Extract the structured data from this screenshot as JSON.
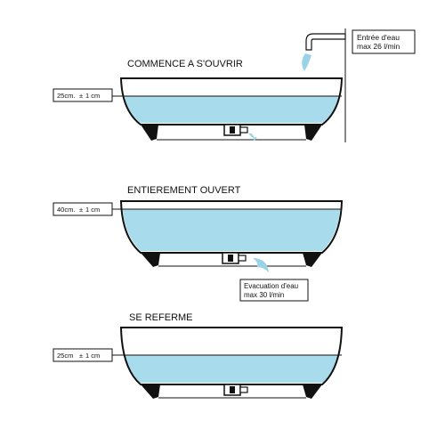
{
  "colors": {
    "water": "#a8dcec",
    "outline": "#111111",
    "splash": "#9ad3e8"
  },
  "inlet": {
    "label_line1": "Entrée d'eau",
    "label_line2": "max 26 l/min"
  },
  "outlet": {
    "label_line1": "Evacuation d'eau",
    "label_line2": "max 30 l/min"
  },
  "stages": [
    {
      "title": "COMMENCE A S'OUVRIR",
      "level_label": "25cm.",
      "tolerance": "1 cm"
    },
    {
      "title": "ENTIEREMENT OUVERT",
      "level_label": "40cm.",
      "tolerance": "1 cm"
    },
    {
      "title": "SE REFERME",
      "level_label": "25cm",
      "tolerance": "1 cm"
    }
  ]
}
